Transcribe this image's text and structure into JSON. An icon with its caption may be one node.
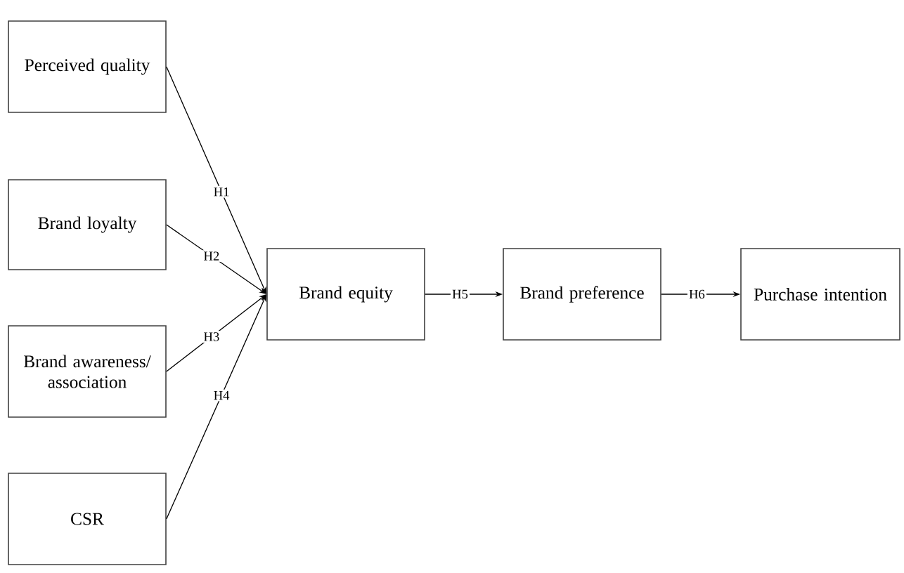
{
  "diagram": {
    "nodes": [
      {
        "text": [
          "Perceived quality"
        ]
      },
      {
        "text": [
          "Brand loyalty"
        ]
      },
      {
        "text": [
          "Brand awareness/ association"
        ]
      },
      {
        "text": [
          "CSR"
        ]
      },
      {
        "text": [
          "Brand equity"
        ]
      },
      {
        "text": [
          "Brand preference"
        ]
      },
      {
        "text": [
          "Purchase intention"
        ]
      }
    ],
    "edges": [
      {
        "from": 0,
        "to": 4,
        "arrow": "to",
        "label": "H1"
      },
      {
        "from": 1,
        "to": 4,
        "arrow": "to",
        "label": "H2"
      },
      {
        "from": 2,
        "to": 4,
        "arrow": "to",
        "label": "H3"
      },
      {
        "from": 3,
        "to": 4,
        "arrow": "to",
        "label": "H4"
      },
      {
        "from": 4,
        "to": 5,
        "arrow": "to",
        "label": "H5"
      },
      {
        "from": 5,
        "to": 6,
        "arrow": "to",
        "label": "H6"
      }
    ]
  }
}
